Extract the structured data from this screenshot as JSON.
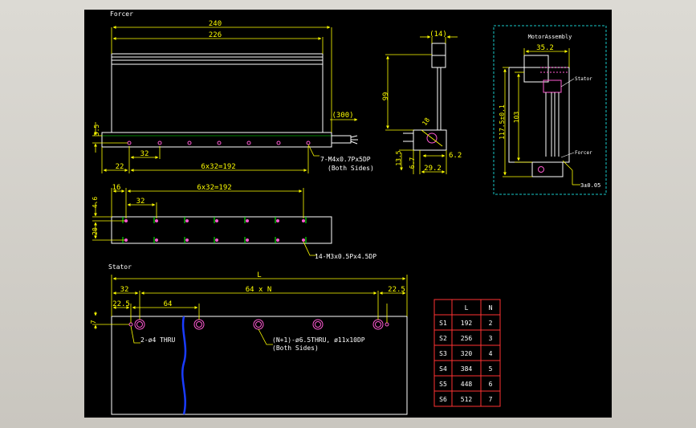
{
  "labels": {
    "forcer_title": "Forcer",
    "stator_title": "Stator",
    "motor_assembly_title": "MotorAssembly",
    "ma_stator": "Stator",
    "ma_forcer": "Forcer"
  },
  "dims": {
    "d240": "240",
    "d226": "226",
    "d300": "(300)",
    "d3_5": "3.5",
    "d32a": "32",
    "d22": "22",
    "d6x32": "6x32=192",
    "note_m4": "7-M4x0.7Px5DP",
    "note_both1": "(Both Sides)",
    "d14": "(14)",
    "d99": "99",
    "d18": "18",
    "d13_5": "13.5",
    "d6_7": "6.7",
    "d6_2": "6.2",
    "d29_2": "29.2",
    "d16": "16",
    "d32b": "32",
    "d6x32b": "6x32=192",
    "d4_6": "4.6",
    "d20": "20",
    "note_m3": "14-M3x0.5Px4.5DP",
    "dL": "L",
    "d32c": "32",
    "d64xN": "64 x N",
    "d22_5a": "22.5",
    "d22_5b": "22.5",
    "d64": "64",
    "d7": "7",
    "note_thru": "2-ø4 THRU",
    "note_n1": "(N+1)-ø6.5THRU, ø11x10DP",
    "note_both2": "(Both Sides)",
    "ma_35_2": "35.2",
    "ma_117": "117.5±0.1",
    "ma_103": "103",
    "ma_3": "3±0.05"
  },
  "table": {
    "headers": [
      "",
      "L",
      "N"
    ],
    "rows": [
      [
        "S1",
        "192",
        "2"
      ],
      [
        "S2",
        "256",
        "3"
      ],
      [
        "S3",
        "320",
        "4"
      ],
      [
        "S4",
        "384",
        "5"
      ],
      [
        "S5",
        "448",
        "6"
      ],
      [
        "S6",
        "512",
        "7"
      ]
    ]
  },
  "colors": {
    "canvas": "#000000",
    "outline": "#ffffff",
    "dimension": "#ffff00",
    "hole": "#ff5ad2",
    "accent": "#00ff00",
    "assembly_border": "#19c8c8",
    "break_line": "#1a3cff",
    "table_border": "#ff3232"
  }
}
